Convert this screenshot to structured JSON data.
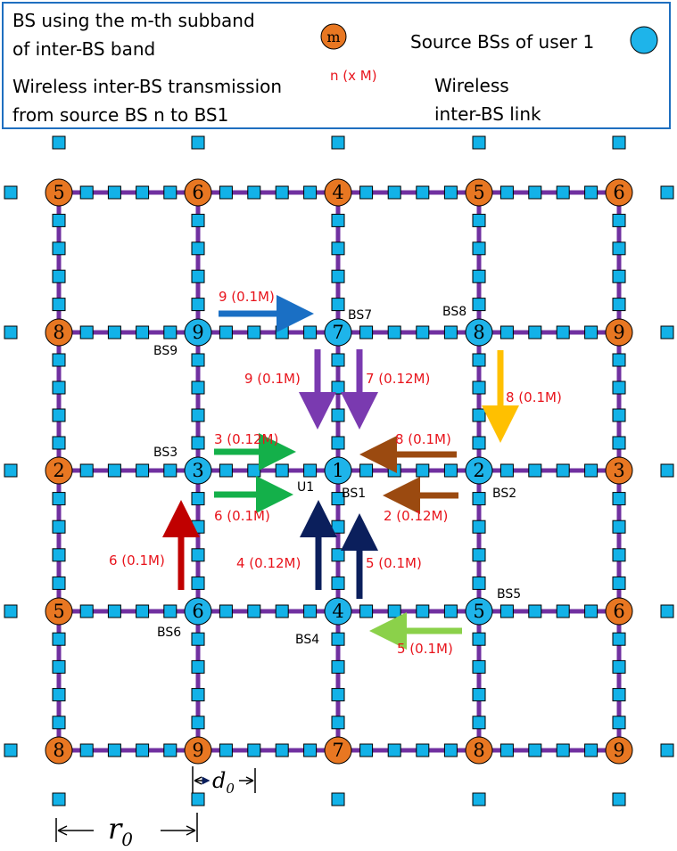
{
  "legend": {
    "line1": "BS using the m-th subband",
    "line2": "of inter-BS band",
    "marker_m": "m",
    "source_label": "Source BSs of user 1",
    "tx_line1": "Wireless inter-BS transmission",
    "tx_line2": "from source BS n to BS1",
    "tx_arrow_label": "n (x M)",
    "link_line1": "Wireless",
    "link_line2": "inter-BS link"
  },
  "colors": {
    "orange": "#e87722",
    "cyan": "#1eb4ea",
    "link": "#7030a0",
    "square": "#12b2e8",
    "red_text": "#e8141c",
    "border": "#1f6fc0",
    "navy": "#0b1f5c",
    "purple": "#7a3ab0",
    "blue": "#1a6fc4",
    "green": "#14b04a",
    "brown": "#9b4a10",
    "yellow": "#ffc000",
    "darkred": "#c00000",
    "lightgreen": "#8bd14a"
  },
  "grid_rows": [
    [
      "5",
      "6",
      "4",
      "5",
      "6"
    ],
    [
      "8",
      "9",
      "7",
      "8",
      "9"
    ],
    [
      "2",
      "3",
      "1",
      "2",
      "3"
    ],
    [
      "5",
      "6",
      "4",
      "5",
      "6"
    ],
    [
      "8",
      "9",
      "7",
      "8",
      "9"
    ]
  ],
  "source_nodes": [
    [
      1,
      1
    ],
    [
      1,
      2
    ],
    [
      1,
      3
    ],
    [
      2,
      1
    ],
    [
      2,
      2
    ],
    [
      2,
      3
    ],
    [
      3,
      1
    ],
    [
      3,
      2
    ],
    [
      3,
      3
    ]
  ],
  "bs_labels": [
    {
      "text": "BS9",
      "node": "r1c1"
    },
    {
      "text": "BS7",
      "node": "r1c2"
    },
    {
      "text": "BS8",
      "node": "r1c3"
    },
    {
      "text": "BS3",
      "node": "r2c1"
    },
    {
      "text": "BS1",
      "node": "r2c2"
    },
    {
      "text": "BS2",
      "node": "r2c3"
    },
    {
      "text": "BS6",
      "node": "r3c1"
    },
    {
      "text": "BS4",
      "node": "r3c2"
    },
    {
      "text": "BS5",
      "node": "r3c3"
    },
    {
      "text": "U1",
      "node": "u1"
    }
  ],
  "transmissions": [
    {
      "label": "9 (0.1M)",
      "color": "blue"
    },
    {
      "label": "9 (0.1M)",
      "color": "purple"
    },
    {
      "label": "7 (0.12M)",
      "color": "purple"
    },
    {
      "label": "8 (0.1M)",
      "color": "yellow"
    },
    {
      "label": "3 (0.12M)",
      "color": "green"
    },
    {
      "label": "8 (0.1M)",
      "color": "brown"
    },
    {
      "label": "6 (0.1M)",
      "color": "green"
    },
    {
      "label": "2 (0.12M)",
      "color": "brown"
    },
    {
      "label": "6 (0.1M)",
      "color": "darkred"
    },
    {
      "label": "4 (0.12M)",
      "color": "navy"
    },
    {
      "label": "5 (0.1M)",
      "color": "navy"
    },
    {
      "label": "5 (0.1M)",
      "color": "lightgreen"
    }
  ],
  "dimensions": {
    "d0": {
      "symbol": "d",
      "sub": "0"
    },
    "r0": {
      "symbol": "r",
      "sub": "0"
    }
  }
}
